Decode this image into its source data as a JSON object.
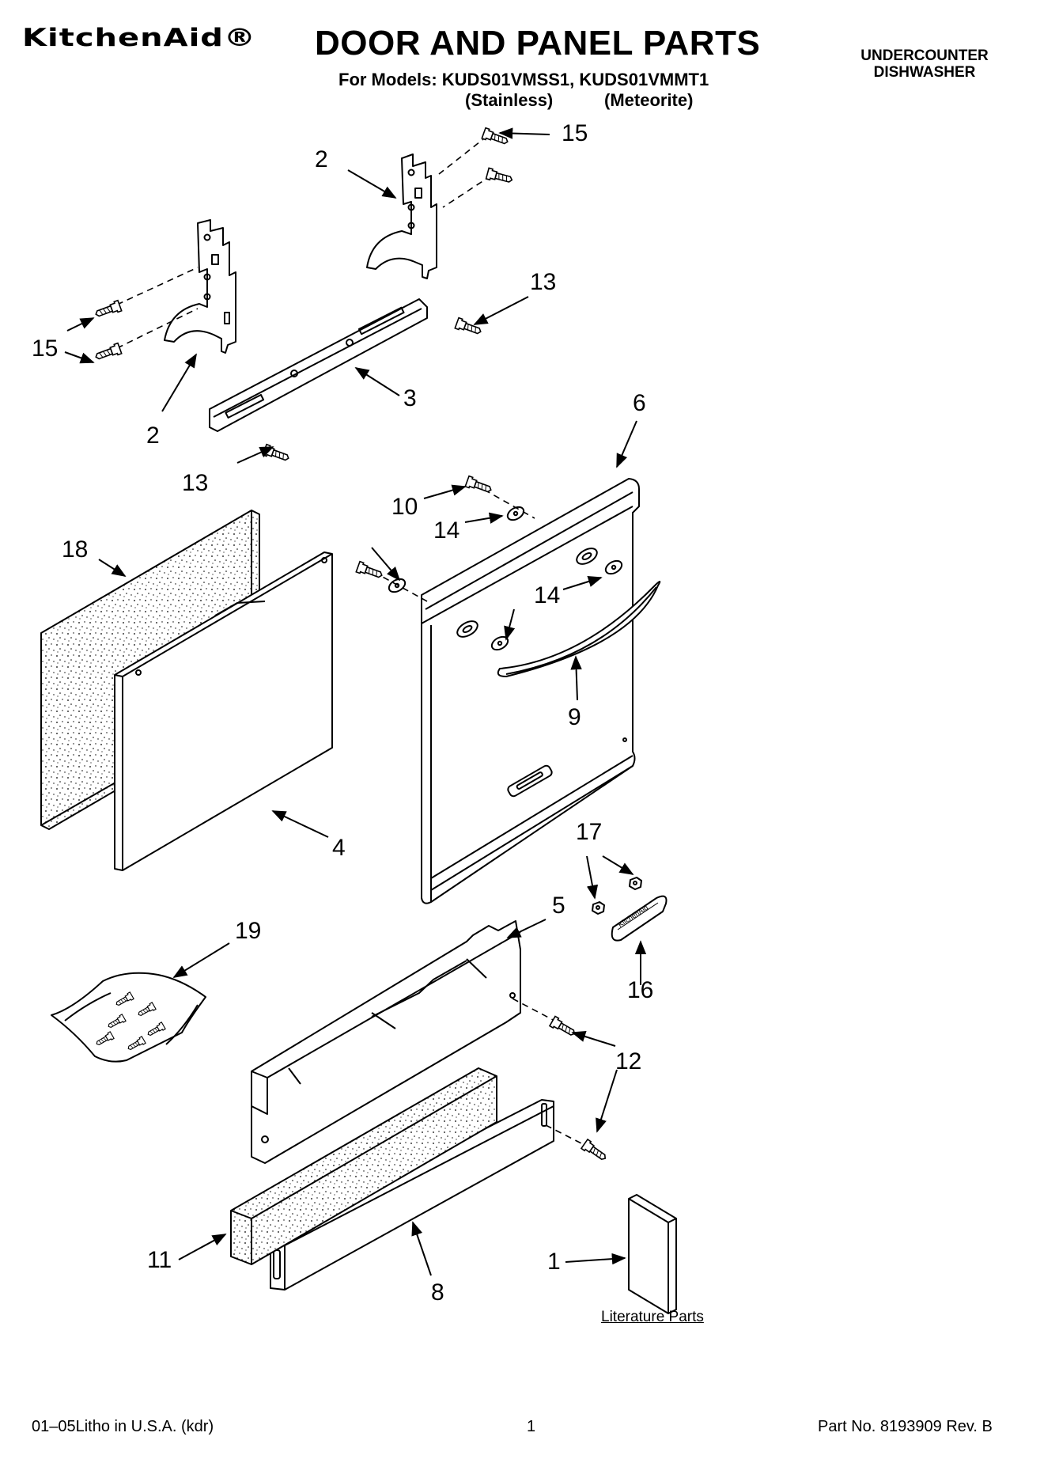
{
  "header": {
    "brand": "KitchenAid®",
    "title": "DOOR AND PANEL PARTS",
    "models_line": "For Models: KUDS01VMSS1, KUDS01VMMT1",
    "variant_1": "(Stainless)",
    "variant_2": "(Meteorite)",
    "product_line_1": "UNDERCOUNTER",
    "product_line_2": "DISHWASHER"
  },
  "callouts": {
    "c15_top": "15",
    "c2_top": "2",
    "c13_top": "13",
    "c15_left": "15",
    "c2_left": "2",
    "c3": "3",
    "c13_left": "13",
    "c6": "6",
    "c10": "10",
    "c14_a": "14",
    "c14_b": "14",
    "c18": "18",
    "c9": "9",
    "c4": "4",
    "c17": "17",
    "c5": "5",
    "c19": "19",
    "c16": "16",
    "c12": "12",
    "c11": "11",
    "c8": "8",
    "c1": "1"
  },
  "literature_label": "Literature Parts",
  "badge_text": "KitchenAid",
  "footer": {
    "left": "01–05Litho in U.S.A. (kdr)",
    "center": "1",
    "right": "Part No. 8193909 Rev. B"
  }
}
